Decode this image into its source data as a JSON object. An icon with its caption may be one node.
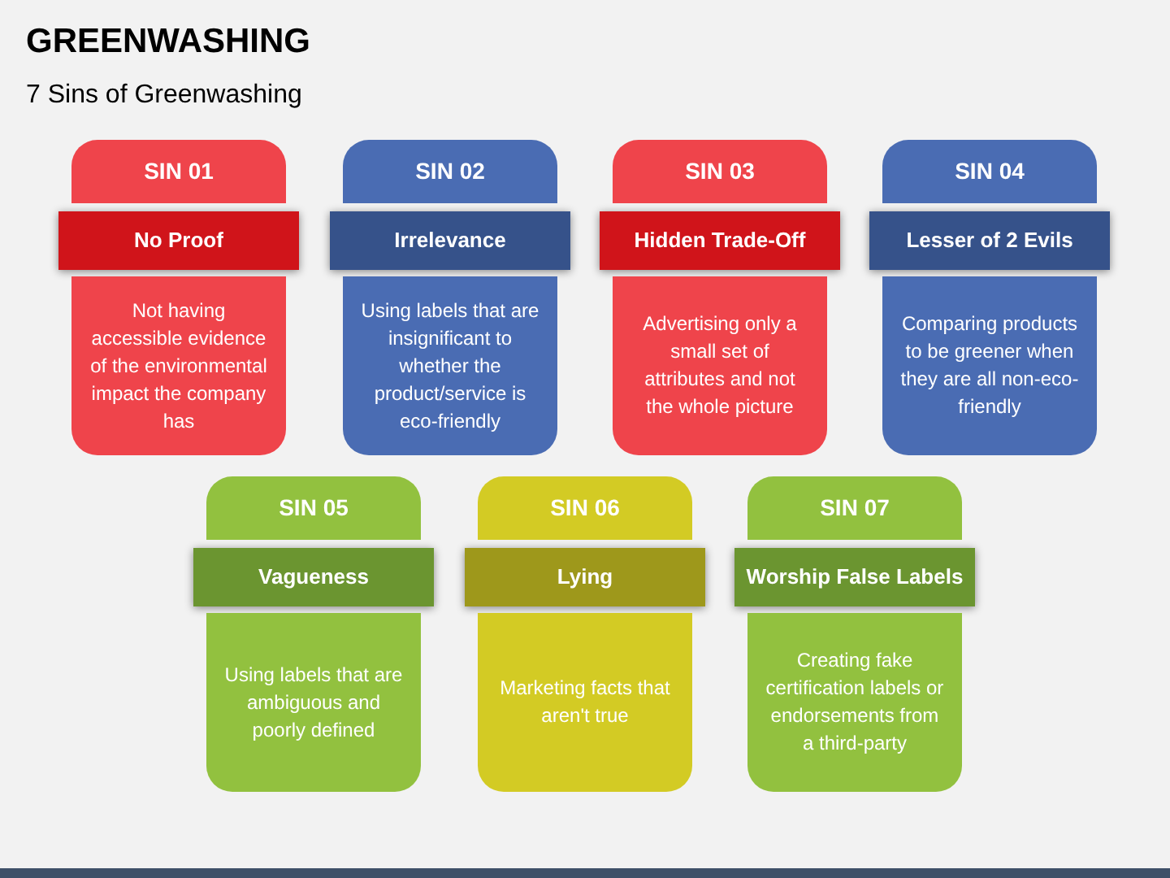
{
  "diagram": {
    "title": "GREENWASHING",
    "labels": [
      "7 Sins of Greenwashing"
    ],
    "nodes": [
      {
        "text": [
          "SIN 01"
        ]
      },
      {
        "text": [
          "No Proof"
        ]
      },
      {
        "text": [
          "Not having accessible evidence of the environmental impact the company has"
        ]
      },
      {
        "text": [
          "SIN 02"
        ]
      },
      {
        "text": [
          "Irrelevance"
        ]
      },
      {
        "text": [
          "Using labels that are insignificant to whether the product/service is eco-friendly"
        ]
      },
      {
        "text": [
          "SIN 03"
        ]
      },
      {
        "text": [
          "Hidden Trade-Off"
        ]
      },
      {
        "text": [
          "Advertising only a small set of attributes and not the whole picture"
        ]
      },
      {
        "text": [
          "SIN 04"
        ]
      },
      {
        "text": [
          "Lesser of 2 Evils"
        ]
      },
      {
        "text": [
          "Comparing products to be greener when they are all non-eco-friendly"
        ]
      },
      {
        "text": [
          "SIN 05"
        ]
      },
      {
        "text": [
          "Vagueness"
        ]
      },
      {
        "text": [
          "Using labels that are ambiguous and poorly defined"
        ]
      },
      {
        "text": [
          "SIN 06"
        ]
      },
      {
        "text": [
          "Lying"
        ]
      },
      {
        "text": [
          "Marketing facts that aren't true"
        ]
      },
      {
        "text": [
          "SIN 07"
        ]
      },
      {
        "text": [
          "Worship False Labels"
        ]
      },
      {
        "text": [
          "Creating fake certification labels or endorsements from a third-party"
        ]
      }
    ]
  }
}
